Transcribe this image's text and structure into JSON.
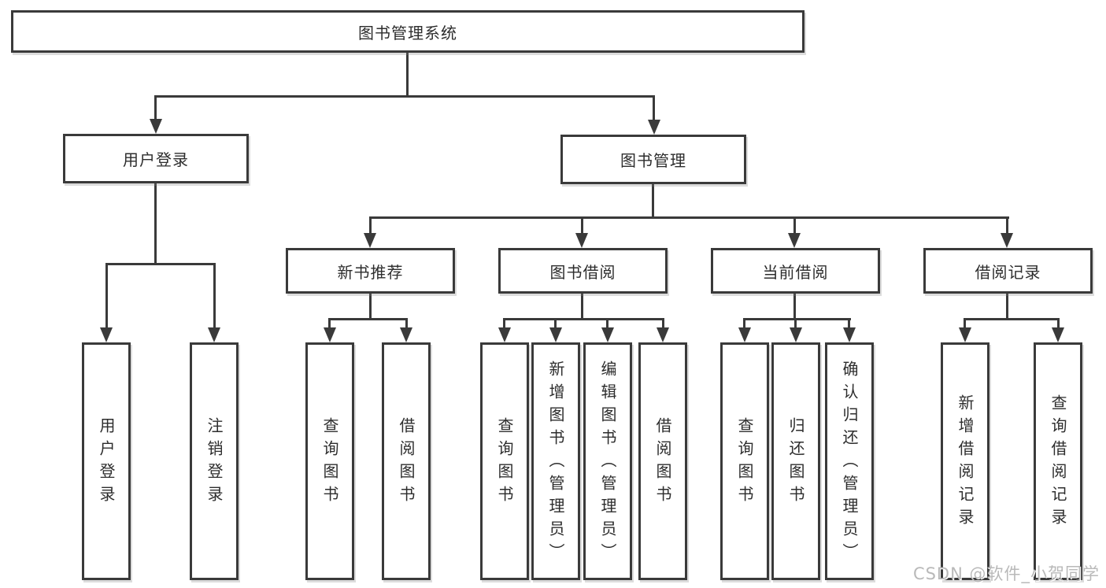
{
  "diagram": {
    "root": {
      "label": "图书管理系统"
    },
    "branches": [
      {
        "label": "用户登录",
        "children": [
          {
            "label": "用户登录"
          },
          {
            "label": "注销登录"
          }
        ]
      },
      {
        "label": "图书管理",
        "children": [
          {
            "label": "新书推荐",
            "children": [
              {
                "label": "查询图书"
              },
              {
                "label": "借阅图书"
              }
            ]
          },
          {
            "label": "图书借阅",
            "children": [
              {
                "label": "查询图书"
              },
              {
                "label": "新增图书（管理员）"
              },
              {
                "label": "编辑图书（管理员）"
              },
              {
                "label": "借阅图书"
              }
            ]
          },
          {
            "label": "当前借阅",
            "children": [
              {
                "label": "查询图书"
              },
              {
                "label": "归还图书"
              },
              {
                "label": "确认归还（管理员）"
              }
            ]
          },
          {
            "label": "借阅记录",
            "children": [
              {
                "label": "新增借阅记录"
              },
              {
                "label": "查询借阅记录"
              }
            ]
          }
        ]
      }
    ],
    "line_color": "#3a3a3a",
    "box_background": "#ffffff"
  },
  "watermark": {
    "text": "CSDN @软件_小贺同学"
  }
}
